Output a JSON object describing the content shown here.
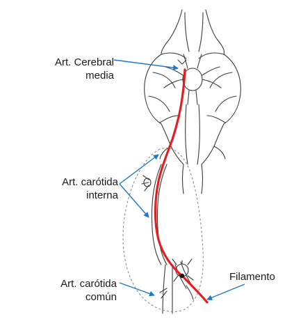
{
  "labels": {
    "mca_line1": "Art. Cerebral",
    "mca_line2": "media",
    "ica_line1": "Art. carótida",
    "ica_line2": "interna",
    "cca_line1": "Art. carótida",
    "cca_line2": "común",
    "filament": "Filamento"
  },
  "colors": {
    "anatomy_stroke": "#3a3a3a",
    "filament": "#e41e1e",
    "arrow": "#1f78c8",
    "dashed_outline": "#8a8a8a"
  }
}
